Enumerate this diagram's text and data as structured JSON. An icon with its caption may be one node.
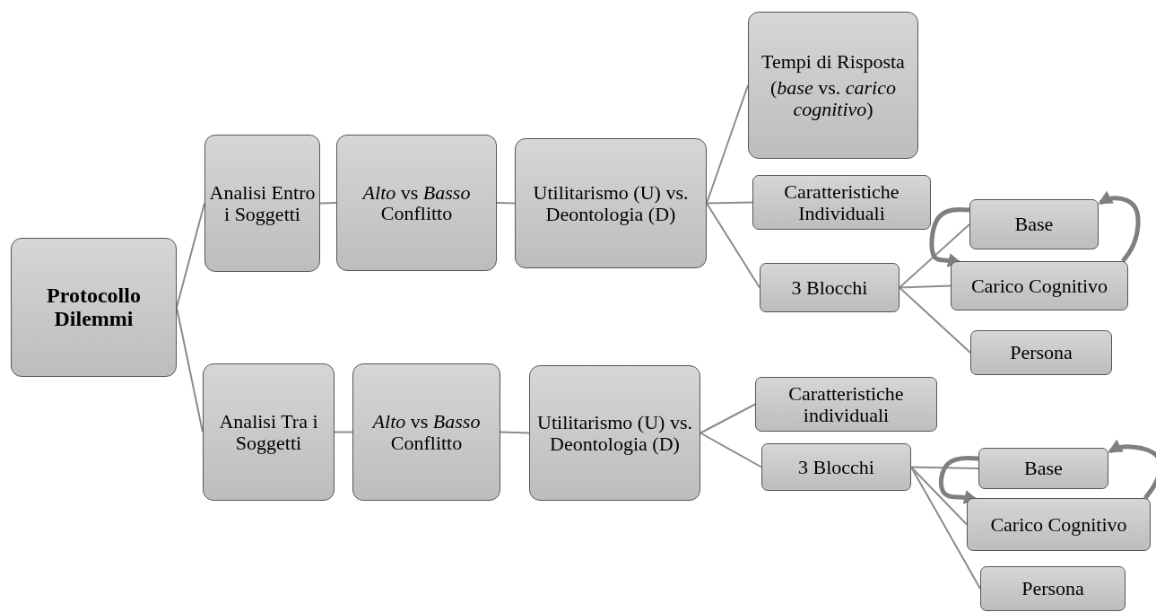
{
  "diagram": {
    "nodes": [
      {
        "text": [
          "Protocollo Dilemmi"
        ]
      },
      {
        "text": [
          "Analisi Entro i Soggetti"
        ]
      },
      {
        "text": [
          "*Alto* vs *Basso* Conflitto"
        ]
      },
      {
        "text": [
          "Utilitarismo (U) vs. Deontologia (D)"
        ]
      },
      {
        "text": [
          "Tempi di Risposta",
          "(*base* vs. *carico cognitivo*)"
        ]
      },
      {
        "text": [
          "Caratteristiche Individuali"
        ]
      },
      {
        "text": [
          "3 Blocchi"
        ]
      },
      {
        "text": [
          "Base"
        ]
      },
      {
        "text": [
          "Carico Cognitivo"
        ]
      },
      {
        "text": [
          "Persona"
        ]
      },
      {
        "text": [
          "Analisi Tra i Soggetti"
        ]
      },
      {
        "text": [
          "*Alto* vs *Basso* Conflitto"
        ]
      },
      {
        "text": [
          "Utilitarismo (U) vs. Deontologia (D)"
        ]
      },
      {
        "text": [
          "Caratteristiche individuali"
        ]
      },
      {
        "text": [
          "3 Blocchi"
        ]
      },
      {
        "text": [
          "Base"
        ]
      },
      {
        "text": [
          "Carico Cognitivo"
        ]
      },
      {
        "text": [
          "Persona"
        ]
      }
    ],
    "edges": [
      {
        "from": 0,
        "to": 1,
        "arrow": "none"
      },
      {
        "from": 0,
        "to": 10,
        "arrow": "none"
      },
      {
        "from": 1,
        "to": 2,
        "arrow": "none"
      },
      {
        "from": 2,
        "to": 3,
        "arrow": "none"
      },
      {
        "from": 3,
        "to": 4,
        "arrow": "none"
      },
      {
        "from": 3,
        "to": 5,
        "arrow": "none"
      },
      {
        "from": 3,
        "to": 6,
        "arrow": "none"
      },
      {
        "from": 6,
        "to": 7,
        "arrow": "none"
      },
      {
        "from": 6,
        "to": 8,
        "arrow": "none"
      },
      {
        "from": 6,
        "to": 9,
        "arrow": "none"
      },
      {
        "from": 7,
        "to": 8,
        "arrow": "to",
        "style": "thick"
      },
      {
        "from": 8,
        "to": 7,
        "arrow": "to",
        "style": "thick"
      },
      {
        "from": 10,
        "to": 11,
        "arrow": "none"
      },
      {
        "from": 11,
        "to": 12,
        "arrow": "none"
      },
      {
        "from": 12,
        "to": 13,
        "arrow": "none"
      },
      {
        "from": 12,
        "to": 14,
        "arrow": "none"
      },
      {
        "from": 14,
        "to": 15,
        "arrow": "none"
      },
      {
        "from": 14,
        "to": 16,
        "arrow": "none"
      },
      {
        "from": 14,
        "to": 17,
        "arrow": "none"
      },
      {
        "from": 15,
        "to": 16,
        "arrow": "to",
        "style": "thick"
      },
      {
        "from": 16,
        "to": 15,
        "arrow": "to",
        "style": "thick"
      }
    ]
  }
}
